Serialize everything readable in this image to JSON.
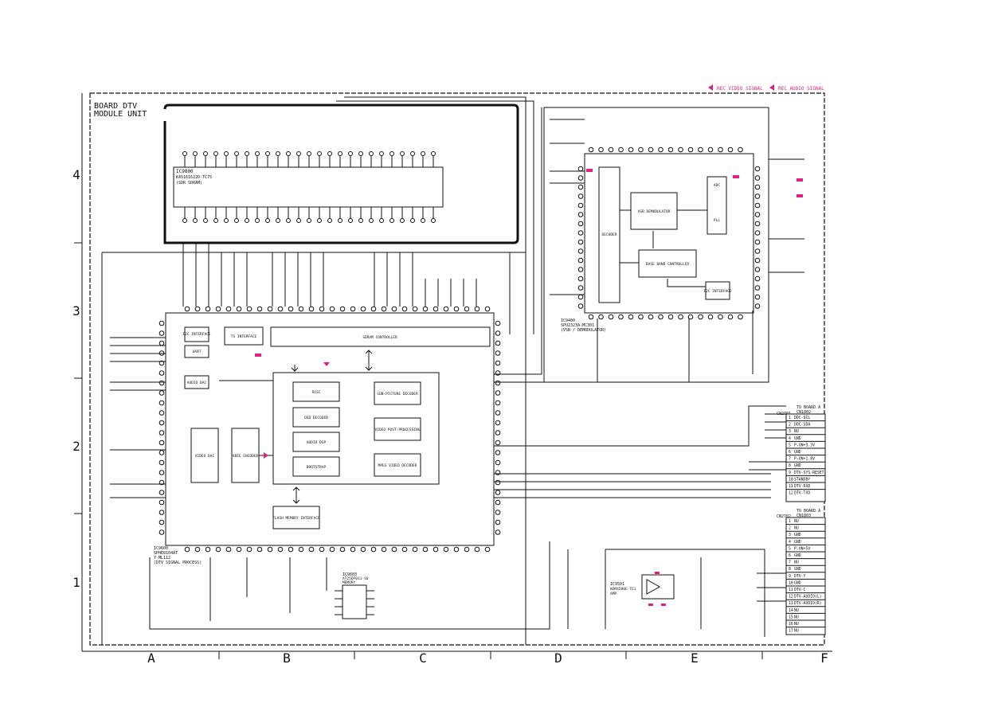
{
  "legend": {
    "rec_video": "REC VIDEO SIGNAL",
    "rec_audio": "REC AUDIO SIGNAL",
    "color": "#e01e7d"
  },
  "title": {
    "line1": "BOARD DTV",
    "line2": "MODULE UNIT"
  },
  "grid": {
    "columns": [
      "A",
      "B",
      "C",
      "D",
      "E",
      "F"
    ],
    "rows": [
      "4",
      "3",
      "2",
      "1"
    ]
  },
  "ic_sdram": {
    "ref": "IC9800",
    "part": "K4S161622D-TC75",
    "desc": "(SDR SDRAM)"
  },
  "ic_decoder": {
    "ref": "IC9600",
    "part": "SPHE8104AT",
    "part2": "Y-ML112",
    "desc": "(DTV SIGNAL PROCESS)",
    "blocks": {
      "i2c": "I2C INTERFACE",
      "uart": "UART",
      "ts": "TS INTERFACE",
      "sdram": "SDRAM CONTROLLER",
      "audio_dac": "AUDIO DAC",
      "video_dac": "VIDEO DAC",
      "vbie": "VBIE ENCODER",
      "risc": "RISC",
      "osd": "OSD DECODER",
      "audio_dsp": "AUDIO DSP",
      "bootstrap": "BOOTSTRAP",
      "subpic": "SUB-PICTURE DECODER",
      "video_post": "VIDEO POST-PROCESSING",
      "mpeg": "MPEG VIDEO DECODER",
      "flash": "FLASH MEMORY INTERFACE"
    }
  },
  "ic_demod": {
    "ref": "IC9400",
    "part": "SPU2323A-MC301",
    "desc": "(VSB / DEMODULATOR)",
    "blocks": {
      "vsb": "VSB DEMODULATOR",
      "baseband": "BASE BAND CONTROLLER",
      "i2c": "I2C INTERFACE",
      "adc": "ADC",
      "pll": "PLL",
      "decoder": "DECODER"
    }
  },
  "ic_flash": {
    "ref": "IC9603",
    "part": "AT25DF011-SU",
    "desc": "MEMORY"
  },
  "ic_amp": {
    "ref": "IC9501",
    "part": "NJM4580E-TE1",
    "desc": "AMP"
  },
  "connector1": {
    "ref": "CN2701",
    "title": "TO BOARD A",
    "sub": "CN1802",
    "pins": [
      "DDC-SCL",
      "DDC-SDA",
      "NU",
      "GND",
      "P-ON+3.3V",
      "GND",
      "P-ON+1.8V",
      "GND",
      "DTV-SYS-RESET",
      "STANDBY",
      "DTV-RXD",
      "DTV-TXD"
    ]
  },
  "connector2": {
    "ref": "CN2702",
    "title": "TO BOARD A",
    "sub": "CN1803",
    "pins": [
      "NU",
      "NU",
      "GND",
      "GND",
      "P-ON+5V",
      "GND",
      "NU",
      "GND",
      "DTV-Y",
      "GND",
      "DTV-C",
      "DTV-AUDIO(L)",
      "DTV-AUDIO(R)",
      "NU",
      "NU",
      "NU",
      "NU"
    ]
  }
}
